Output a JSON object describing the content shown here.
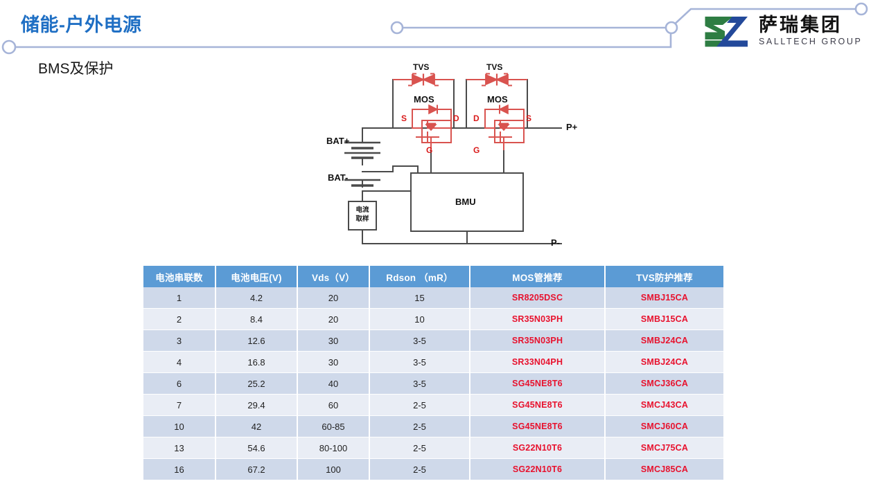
{
  "header": {
    "title": "储能-户外电源",
    "subtitle": "BMS及保护",
    "accent_color": "#1F6FC4",
    "deco_color": "#A6B4D8",
    "logo": {
      "name_cn": "萨瑞集团",
      "name_en": "SALLTECH GROUP",
      "mark_green": "#2E7D43",
      "mark_blue": "#23499A"
    }
  },
  "circuit": {
    "labels": {
      "tvs_left": "TVS",
      "tvs_right": "TVS",
      "mos_left": "MOS",
      "mos_right": "MOS",
      "s_left": "S",
      "d_left": "D",
      "g_left": "G",
      "d_right": "D",
      "s_right": "S",
      "g_right": "G",
      "bat_plus": "BAT+",
      "bat_minus": "BAT-",
      "p_plus": "P+",
      "p_minus": "P-",
      "bmu": "BMU",
      "shunt_line1": "电流",
      "shunt_line2": "取样"
    },
    "wire_color": "#4A4A4A",
    "device_color": "#D9534F"
  },
  "table": {
    "header_bg": "#5B9BD5",
    "part_color": "#E8112D",
    "columns": [
      "电池串联数",
      "电池电压(V)",
      "Vds（V）",
      "Rdson （mR）",
      "MOS管推荐",
      "TVS防护推荐"
    ],
    "rows": [
      [
        "1",
        "4.2",
        "20",
        "15",
        "SR8205DSC",
        "SMBJ15CA"
      ],
      [
        "2",
        "8.4",
        "20",
        "10",
        "SR35N03PH",
        "SMBJ15CA"
      ],
      [
        "3",
        "12.6",
        "30",
        "3-5",
        "SR35N03PH",
        "SMBJ24CA"
      ],
      [
        "4",
        "16.8",
        "30",
        "3-5",
        "SR33N04PH",
        "SMBJ24CA"
      ],
      [
        "6",
        "25.2",
        "40",
        "3-5",
        "SG45NE8T6",
        "SMCJ36CA"
      ],
      [
        "7",
        "29.4",
        "60",
        "2-5",
        "SG45NE8T6",
        "SMCJ43CA"
      ],
      [
        "10",
        "42",
        "60-85",
        "2-5",
        "SG45NE8T6",
        "SMCJ60CA"
      ],
      [
        "13",
        "54.6",
        "80-100",
        "2-5",
        "SG22N10T6",
        "SMCJ75CA"
      ],
      [
        "16",
        "67.2",
        "100",
        "2-5",
        "SG22N10T6",
        "SMCJ85CA"
      ]
    ]
  }
}
